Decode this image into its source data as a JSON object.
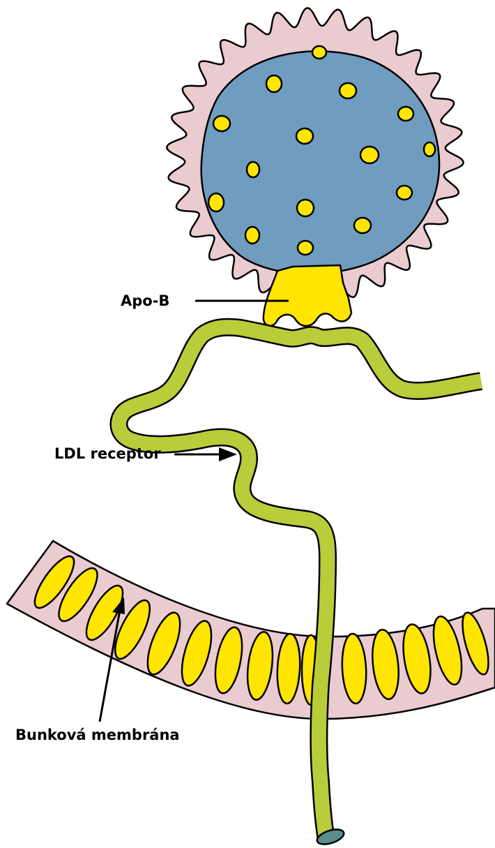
{
  "labels": {
    "apo_b": "Apo-B",
    "ldl_receptor": "LDL receptor",
    "cell_membrane": "Bunková membrána"
  },
  "colors": {
    "outline": "#000000",
    "core": "#6f9cbf",
    "shell": "#eacbd0",
    "lipid": "#ffe500",
    "receptor": "#b9cc3a",
    "receptor_end": "#5a8c8c",
    "membrane": "#eacbd0"
  },
  "icons": [
    "ldl-particle-icon",
    "apo-b-protein-icon",
    "ldl-receptor-icon",
    "cell-membrane-icon",
    "arrow-icon"
  ]
}
